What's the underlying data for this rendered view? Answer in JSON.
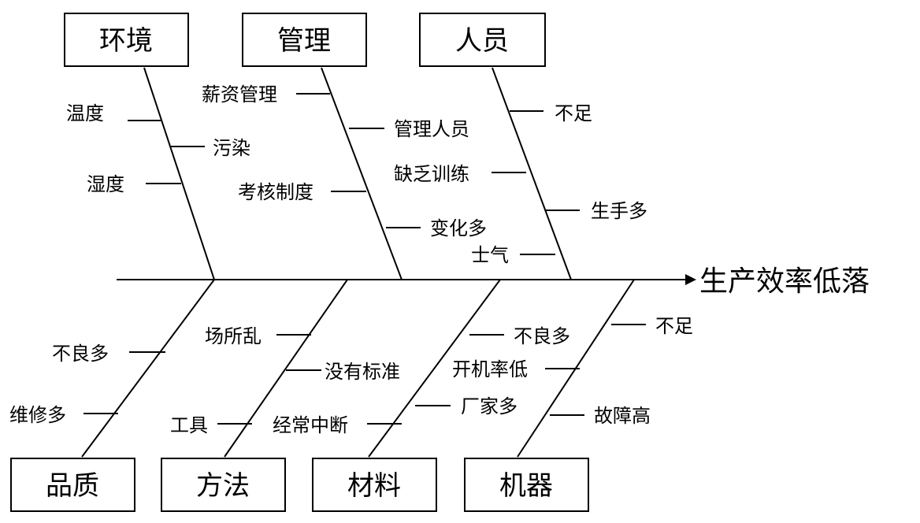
{
  "effect": "生产效率低落",
  "categories": {
    "environment": "环境",
    "management": "管理",
    "people": "人员",
    "quality": "品质",
    "method": "方法",
    "material": "材料",
    "machine": "机器"
  },
  "causes": {
    "environment": [
      "温度",
      "污染",
      "湿度"
    ],
    "management": [
      "薪资管理",
      "管理人员",
      "考核制度",
      "变化多"
    ],
    "people": [
      "不足",
      "缺乏训练",
      "生手多",
      "士气"
    ],
    "quality": [
      "不良多",
      "维修多"
    ],
    "method": [
      "场所乱",
      "没有标准",
      "工具",
      "经常中断"
    ],
    "material": [
      "不良多",
      "开机率低",
      "厂家多"
    ],
    "machine": [
      "不足",
      "故障高"
    ]
  }
}
